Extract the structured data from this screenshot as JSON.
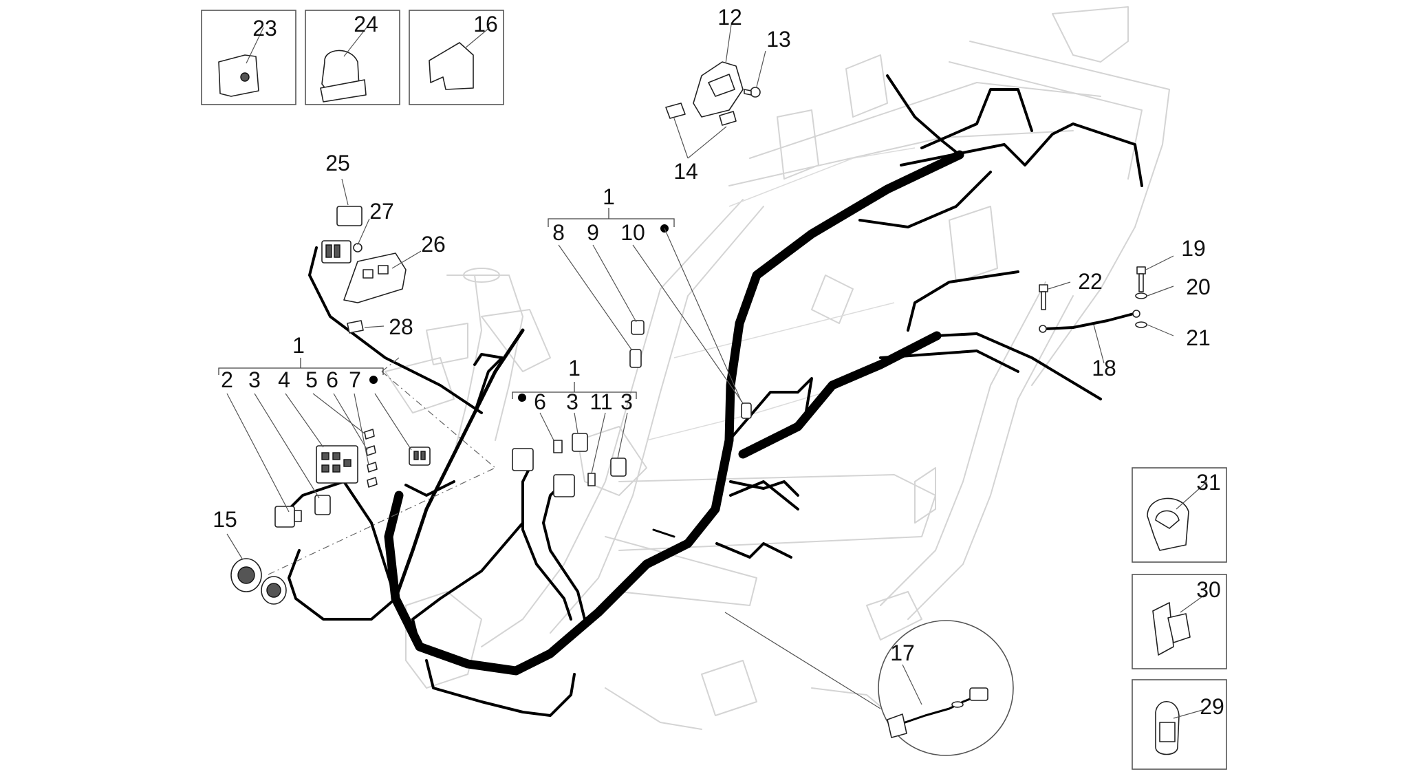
{
  "callouts": {
    "c1a": "1",
    "c1b": "1",
    "c1c": "1",
    "c2": "2",
    "c3a": "3",
    "c3b": "3",
    "c3c": "3",
    "c4": "4",
    "c5": "5",
    "c6a": "6",
    "c6b": "6",
    "c7": "7",
    "c8": "8",
    "c9": "9",
    "c10": "10",
    "c11": "11",
    "c12": "12",
    "c13": "13",
    "c14": "14",
    "c15": "15",
    "c16": "16",
    "c17": "17",
    "c18": "18",
    "c19": "19",
    "c20": "20",
    "c21": "21",
    "c22": "22",
    "c23": "23",
    "c24": "24",
    "c25": "25",
    "c26": "26",
    "c27": "27",
    "c28": "28",
    "c29": "29",
    "c30": "30",
    "c31": "31"
  },
  "colors": {
    "harness": "#000000",
    "frame": "#d4d4d4",
    "leader": "#555555",
    "box_border": "#555555"
  }
}
